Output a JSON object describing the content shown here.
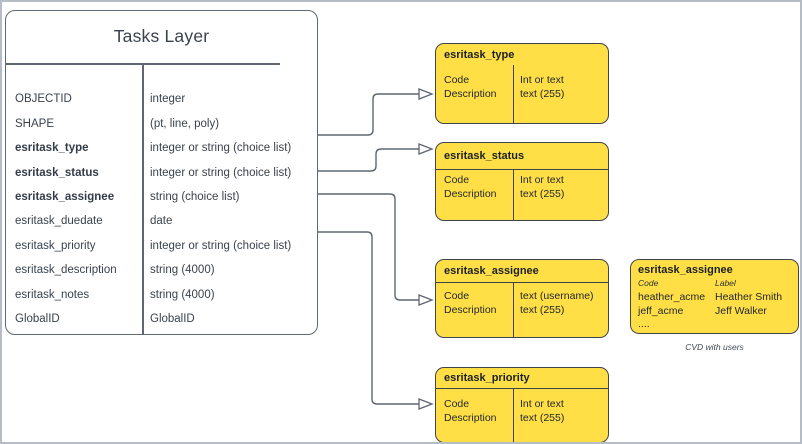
{
  "main_table": {
    "title": "Tasks Layer",
    "rows": [
      {
        "field": "OBJECTID",
        "type": "integer"
      },
      {
        "field": "SHAPE",
        "type": "(pt, line, poly)"
      },
      {
        "field": "esritask_type",
        "type": "integer or string (choice list)"
      },
      {
        "field": "esritask_status",
        "type": "integer or string (choice list)"
      },
      {
        "field": "esritask_assignee",
        "type": "string (choice list)"
      },
      {
        "field": "esritask_duedate",
        "type": "date"
      },
      {
        "field": "esritask_priority",
        "type": "integer or string (choice list)"
      },
      {
        "field": "esritask_description",
        "type": "string (4000)"
      },
      {
        "field": "esritask_notes",
        "type": "string (4000)"
      },
      {
        "field": "GlobalID",
        "type": "GlobalID"
      }
    ]
  },
  "domain_boxes": {
    "type": {
      "title": "esritask_type",
      "col1": [
        "Code",
        "Description"
      ],
      "col2": [
        "Int or text",
        "text (255)"
      ]
    },
    "status": {
      "title": "esritask_status",
      "col1": [
        "Code",
        "Description"
      ],
      "col2": [
        "Int or text",
        "text (255)"
      ]
    },
    "assignee": {
      "title": "esritask_assignee",
      "col1": [
        "Code",
        "Description"
      ],
      "col2": [
        "text (username)",
        "text (255)"
      ]
    },
    "priority": {
      "title": "esritask_priority",
      "col1": [
        "Code",
        "Description"
      ],
      "col2": [
        "Int or text",
        "text (255)"
      ]
    }
  },
  "cvd_box": {
    "title": "esritask_assignee",
    "columns": [
      "Code",
      "Label"
    ],
    "rows": [
      {
        "code": "heather_acme",
        "label": "Heather Smith"
      },
      {
        "code": "jeff_acme",
        "label": "Jeff Walker"
      }
    ],
    "ellipsis": "....",
    "caption": "CVD with users"
  },
  "colors": {
    "domain_box_fill": "#ffdf45",
    "domain_box_border": "#3f454b",
    "table_border": "#5f6a74",
    "connector": "#5d6670",
    "frame_border": "#b6bcc6",
    "text": "#39424c"
  }
}
